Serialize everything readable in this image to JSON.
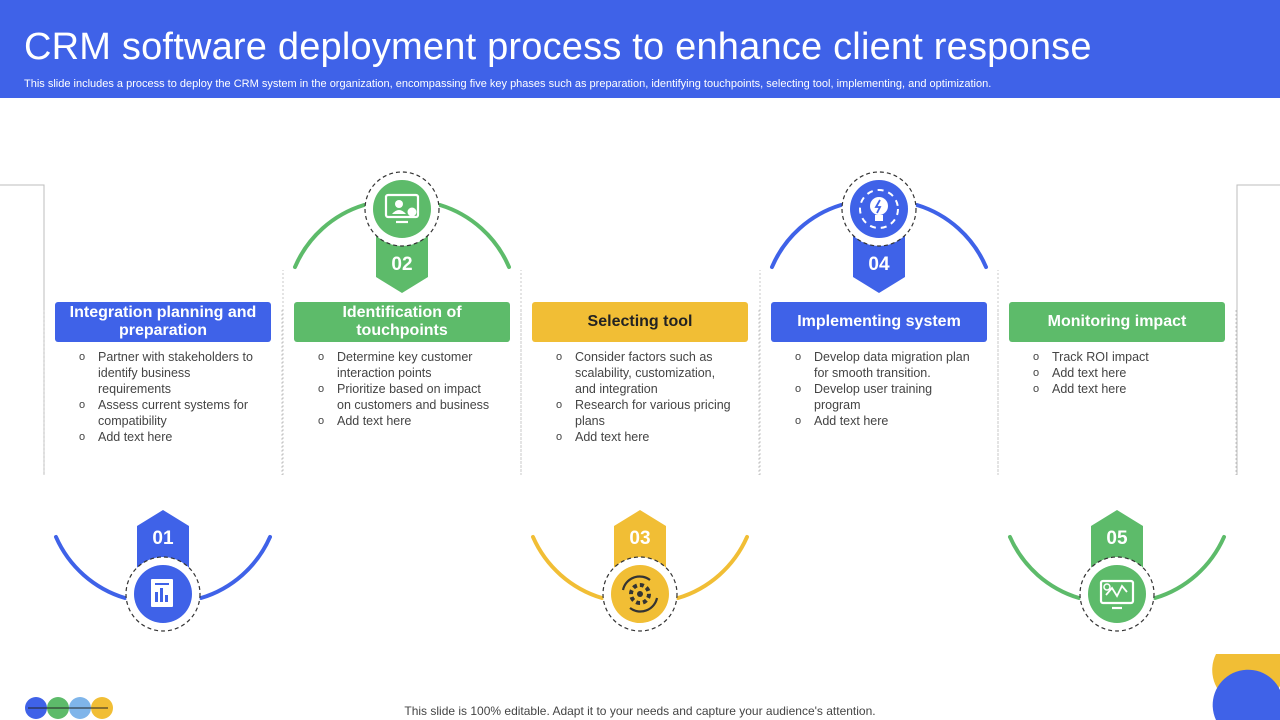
{
  "header": {
    "title": "CRM software deployment process to enhance client response",
    "subtitle": "This slide includes a process to deploy the CRM system in the organization, encompassing five key phases such as preparation, identifying touchpoints, selecting tool, implementing, and optimization."
  },
  "colors": {
    "blue": "#3f62e8",
    "green": "#5dbb6a",
    "yellow": "#f1be35",
    "light_blue": "#7fb5ea"
  },
  "phases": [
    {
      "number": "01",
      "title": "Integration planning and preparation",
      "color": "#3f62e8",
      "icon": "document-chart-icon",
      "bullets": [
        "Partner with stakeholders to identify business requirements",
        "Assess current systems for compatibility",
        "Add text here"
      ]
    },
    {
      "number": "02",
      "title": "Identification of touchpoints",
      "color": "#5dbb6a",
      "icon": "user-screen-icon",
      "bullets": [
        "Determine key customer interaction points",
        "Prioritize based on impact on customers and business",
        "Add text here"
      ]
    },
    {
      "number": "03",
      "title": "Selecting tool",
      "color": "#f1be35",
      "icon": "gear-refresh-icon",
      "bullets": [
        "Consider factors such as scalability, customization, and integration",
        "Research for various pricing plans",
        "Add text here"
      ]
    },
    {
      "number": "04",
      "title": "Implementing system",
      "color": "#3f62e8",
      "icon": "lightbulb-gear-icon",
      "bullets": [
        "Develop data migration plan for smooth transition.",
        "Develop user training program",
        "Add text here"
      ]
    },
    {
      "number": "05",
      "title": "Monitoring impact",
      "color": "#5dbb6a",
      "icon": "monitor-chart-icon",
      "bullets": [
        "Track ROI impact",
        "Add text here",
        "Add text here"
      ]
    }
  ],
  "footer": {
    "text": "This slide is 100% editable. Adapt it to your needs and capture your audience's attention."
  }
}
